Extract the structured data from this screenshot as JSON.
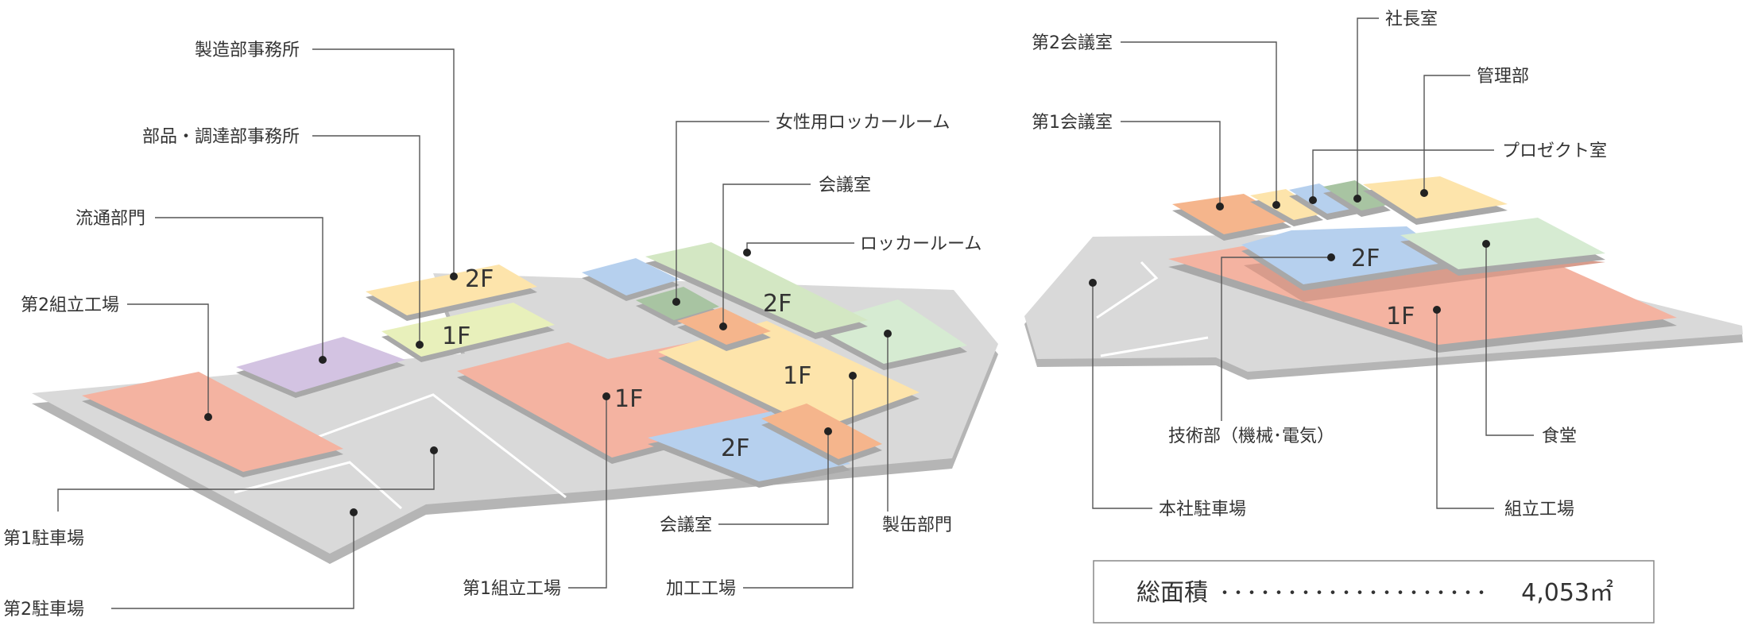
{
  "colors": {
    "ground": "#d9d9d9",
    "shadow": "#a8a8a8",
    "salmon": "#f4b3a1",
    "orange": "#f5b58c",
    "yellow": "#fde4ab",
    "lime": "#e8f0bb",
    "purple": "#d3c3e2",
    "blue": "#b6d0ee",
    "mint": "#d6ebd2",
    "green": "#d3e7c3",
    "darkgreen": "#a8c4a2"
  },
  "site_a": {
    "floor_tags": {
      "office_2f": "2F",
      "office_1f": "1F",
      "assembly_1f": "1F",
      "building_2f": "2F",
      "processing_1f": "1F",
      "meeting_2f": "2F"
    },
    "labels": {
      "manufacturing_office": "製造部事務所",
      "parts_office": "部品・調達部事務所",
      "distribution": "流通部門",
      "assembly_2": "第2組立工場",
      "parking_1": "第1駐車場",
      "parking_2": "第2駐車場",
      "women_locker": "女性用ロッカールーム",
      "meeting_upper": "会議室",
      "locker": "ロッカールーム",
      "canning": "製缶部門",
      "meeting_lower": "会議室",
      "assembly_1": "第1組立工場",
      "processing": "加工工場"
    }
  },
  "site_b": {
    "floor_tags": {
      "upper_2f": "2F",
      "main_1f": "1F"
    },
    "labels": {
      "meeting_room_2": "第2会議室",
      "president_room": "社長室",
      "management": "管理部",
      "meeting_room_1": "第1会議室",
      "project_room": "プロゼクト室",
      "engineering": "技術部（機械･電気）",
      "cafeteria": "食堂",
      "hq_parking": "本社駐車場",
      "assembly": "組立工場"
    }
  },
  "total_area": {
    "label": "総面積",
    "leader": "・・・・・・・・・・・・・・・・・・・・",
    "value": "4,053㎡"
  }
}
